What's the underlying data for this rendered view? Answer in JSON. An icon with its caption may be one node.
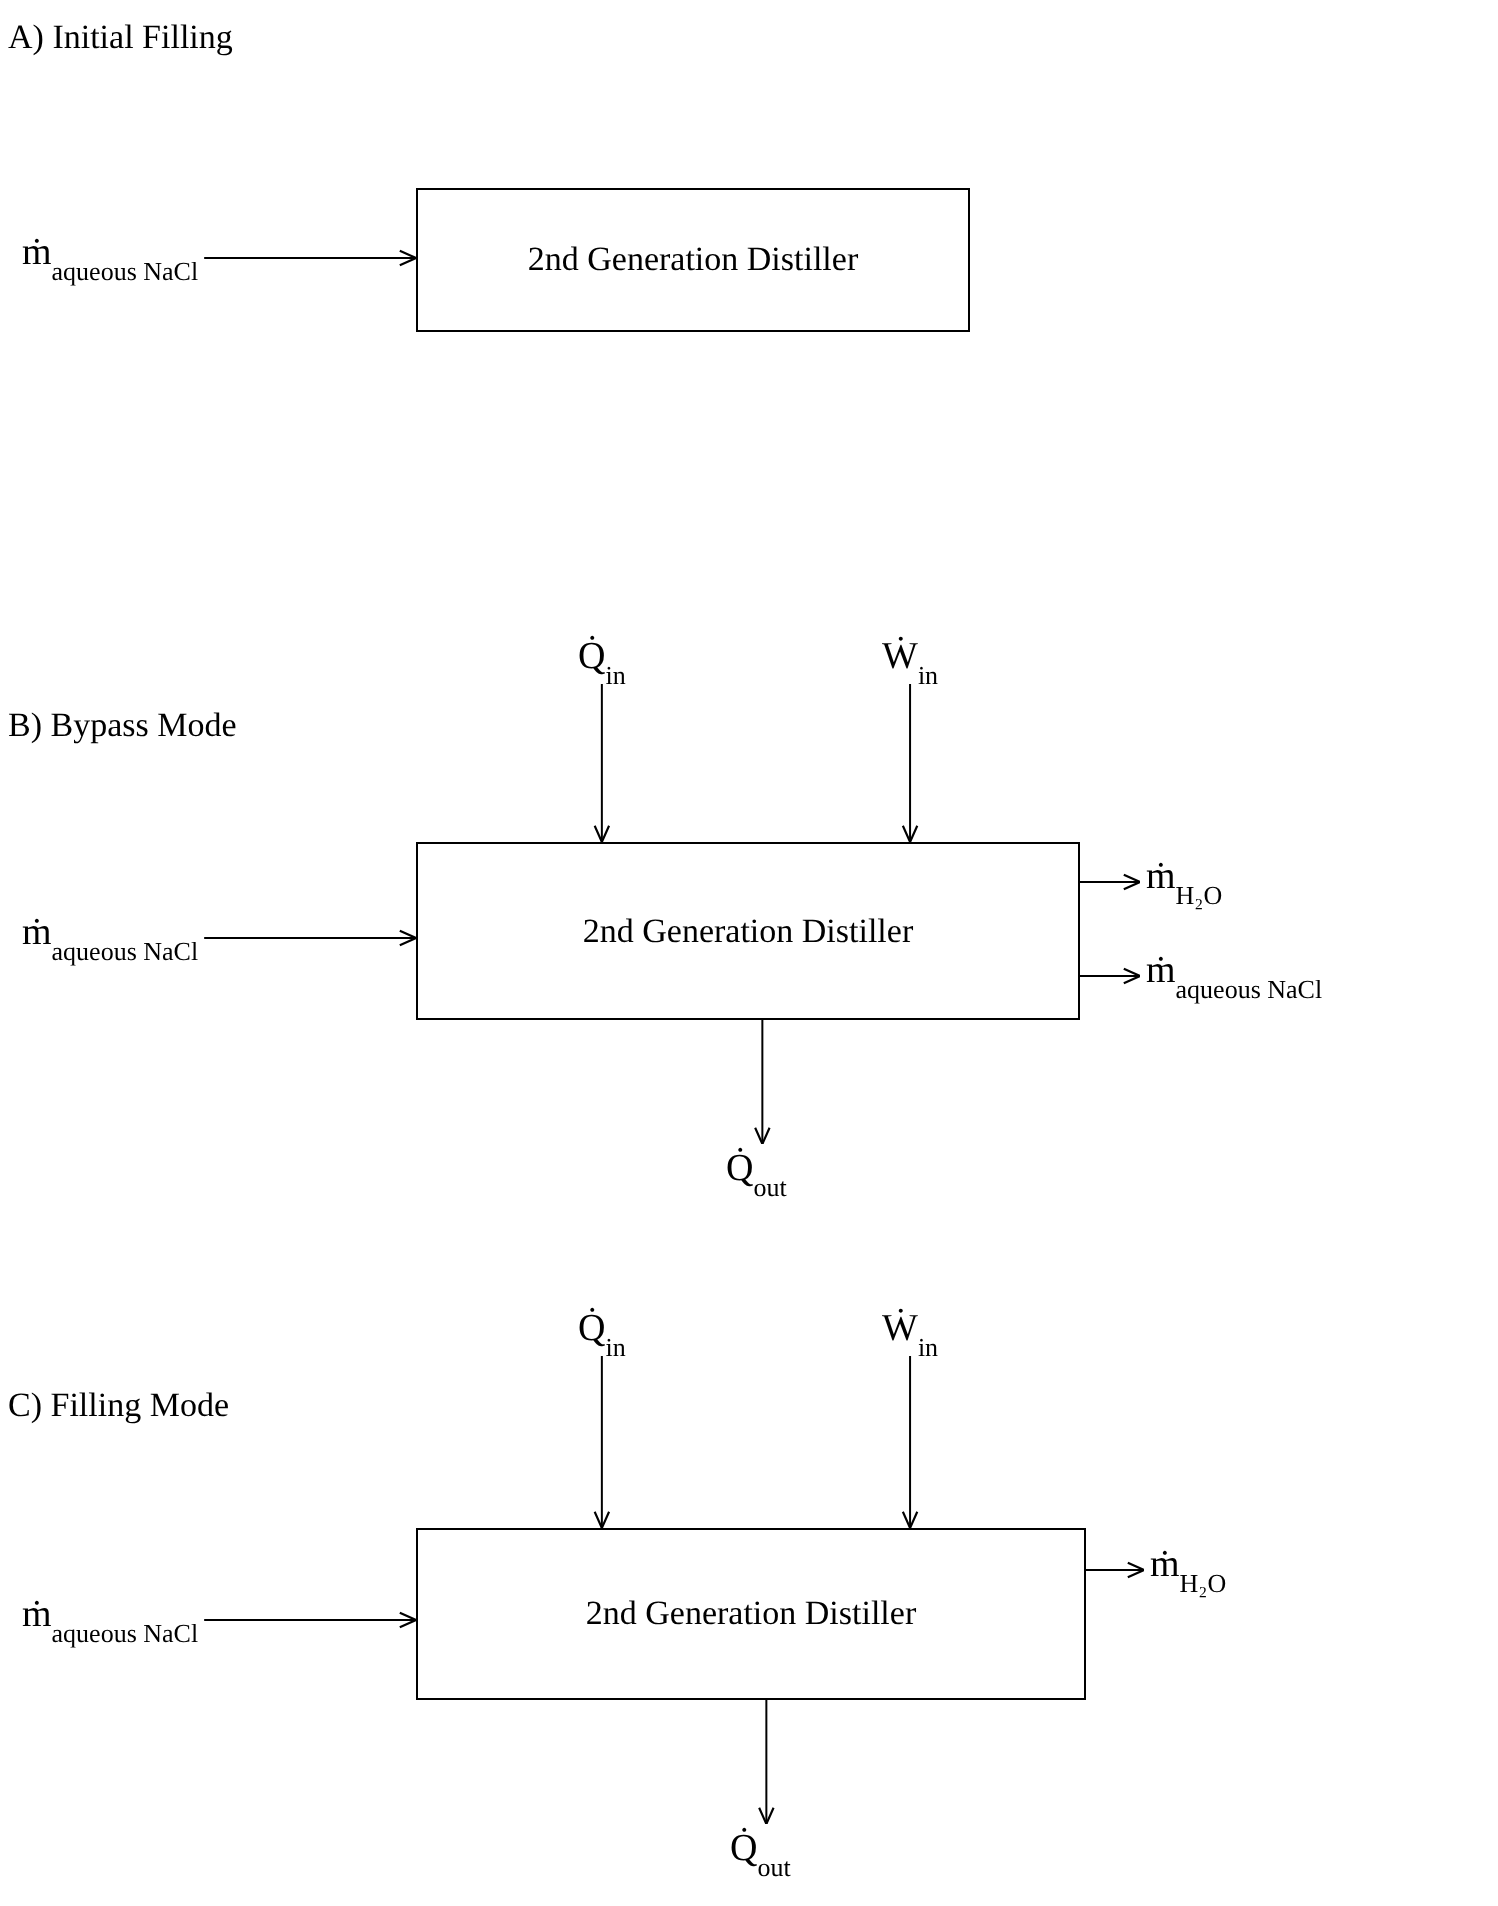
{
  "diagram": {
    "nodes": [
      {
        "text": [
          "ṁ$_{aqueous NaCl}$"
        ]
      },
      {
        "text": [
          "2nd Generation Distiller"
        ]
      },
      {
        "text": [
          "Q̇$_{in}$"
        ]
      },
      {
        "text": [
          "Ẇ$_{in}$"
        ]
      },
      {
        "text": [
          "ṁ$_{aqueous NaCl}$"
        ]
      },
      {
        "text": [
          "2nd Generation Distiller"
        ]
      },
      {
        "text": [
          "ṁ$_{H₂O}$"
        ]
      },
      {
        "text": [
          "ṁ$_{aqueous NaCl}$"
        ]
      },
      {
        "text": [
          "Q̇$_{out}$"
        ]
      },
      {
        "text": [
          "Q̇$_{in}$"
        ]
      },
      {
        "text": [
          "Ẇ$_{in}$"
        ]
      },
      {
        "text": [
          "ṁ$_{aqueous NaCl}$"
        ]
      },
      {
        "text": [
          "2nd Generation Distiller"
        ]
      },
      {
        "text": [
          "ṁ$_{H₂O}$"
        ]
      },
      {
        "text": [
          "Q̇$_{out}$"
        ]
      }
    ],
    "edges": [
      {
        "from": 0,
        "to": 1,
        "arrow": "to"
      },
      {
        "from": 2,
        "to": 5,
        "arrow": "to"
      },
      {
        "from": 3,
        "to": 5,
        "arrow": "to"
      },
      {
        "from": 4,
        "to": 5,
        "arrow": "to"
      },
      {
        "from": 5,
        "to": 6,
        "arrow": "to"
      },
      {
        "from": 5,
        "to": 7,
        "arrow": "to"
      },
      {
        "from": 5,
        "to": 8,
        "arrow": "to"
      },
      {
        "from": 9,
        "to": 12,
        "arrow": "to"
      },
      {
        "from": 10,
        "to": 12,
        "arrow": "to"
      },
      {
        "from": 11,
        "to": 12,
        "arrow": "to"
      },
      {
        "from": 12,
        "to": 13,
        "arrow": "to"
      },
      {
        "from": 12,
        "to": 14,
        "arrow": "to"
      }
    ],
    "labels": [
      "A) Initial Filling",
      "B) Bypass Mode",
      "C) Filling Mode"
    ]
  }
}
